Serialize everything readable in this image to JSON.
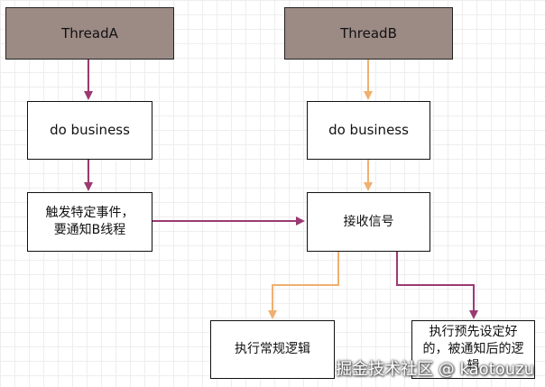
{
  "nodes": {
    "thread_a": "ThreadA",
    "thread_b": "ThreadB",
    "business_a": "do business",
    "business_b": "do business",
    "trigger_event": "触发特定事件，\n要通知B线程",
    "receive_signal": "接收信号",
    "normal_logic": "执行常规逻辑",
    "preset_logic": "执行预先设定好的，被通知后的逻辑"
  },
  "colors": {
    "thread_fill": "#9c8a85",
    "arrow_a": "#9b3a72",
    "arrow_b": "#f0b070"
  },
  "watermark": "掘金技术社区 @ kaotouzu"
}
